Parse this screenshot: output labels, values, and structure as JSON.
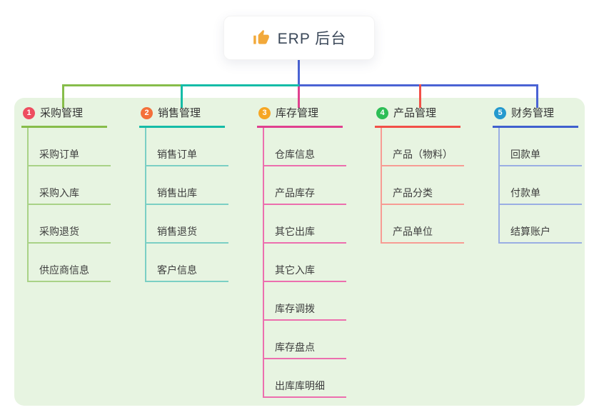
{
  "root": {
    "title": "ERP 后台",
    "icon": "thumbs-up-icon",
    "icon_color": "#f2a93b",
    "connector_color": "#4a63d4"
  },
  "canvas": {
    "background": "#ffffff",
    "panel_background": "#e7f4e1"
  },
  "branches": [
    {
      "badge": "1",
      "label": "采购管理",
      "badge_color": "#ee4d5f",
      "accent_color": "#87bd4a",
      "line_color": "#a9d287",
      "children": [
        "采购订单",
        "采购入库",
        "采购退货",
        "供应商信息"
      ]
    },
    {
      "badge": "2",
      "label": "销售管理",
      "badge_color": "#f4703a",
      "accent_color": "#15bca7",
      "line_color": "#7bcfc4",
      "children": [
        "销售订单",
        "销售出库",
        "销售退货",
        "客户信息"
      ]
    },
    {
      "badge": "3",
      "label": "库存管理",
      "badge_color": "#f6a623",
      "accent_color": "#e0418f",
      "line_color": "#ec6fae",
      "children": [
        "仓库信息",
        "产品库存",
        "其它出库",
        "其它入库",
        "库存调拨",
        "库存盘点",
        "出库库明细"
      ]
    },
    {
      "badge": "4",
      "label": "产品管理",
      "badge_color": "#2dbe56",
      "accent_color": "#f25048",
      "line_color": "#f79c94",
      "children": [
        "产品（物料）",
        "产品分类",
        "产品单位"
      ]
    },
    {
      "badge": "5",
      "label": "财务管理",
      "badge_color": "#2499ce",
      "accent_color": "#4060ce",
      "line_color": "#9aaee3",
      "children": [
        "回款单",
        "付款单",
        "结算账户"
      ]
    }
  ]
}
